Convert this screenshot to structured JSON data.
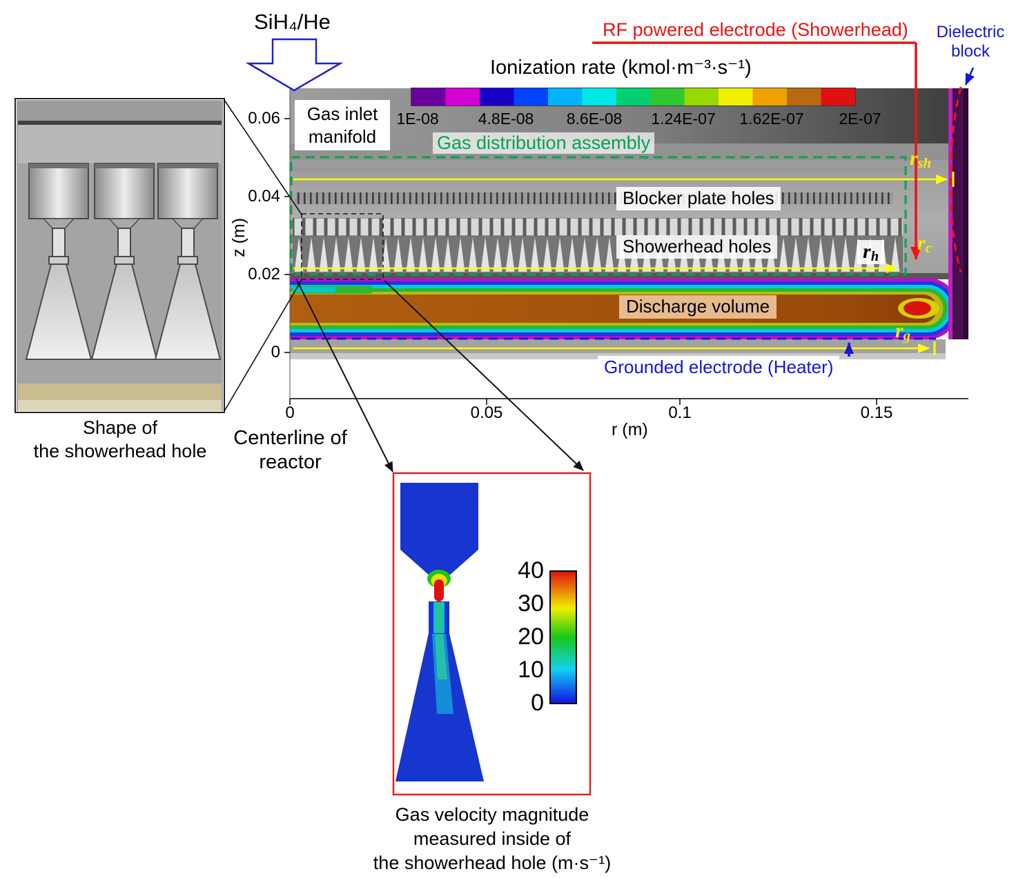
{
  "annotations": {
    "gas_label": "SiH₄/He",
    "title": "Ionization rate (kmol·m⁻³·s⁻¹)",
    "rf_electrode": "RF powered electrode (Showerhead)",
    "dielectric_line1": "Dielectric",
    "dielectric_line2": "block",
    "gas_inlet_line1": "Gas inlet",
    "gas_inlet_line2": "manifold",
    "gas_distribution": "Gas distribution assembly",
    "blocker_plate": "Blocker plate holes",
    "showerhead_holes": "Showerhead holes",
    "discharge_volume": "Discharge volume",
    "grounded_electrode": "Grounded electrode (Heater)",
    "centerline_line1": "Centerline of",
    "centerline_line2": "reactor"
  },
  "radius_labels": {
    "rsh": {
      "base": "r",
      "sub": "sh"
    },
    "rc": {
      "base": "r",
      "sub": "c"
    },
    "rh": {
      "base": "r",
      "sub": "h"
    },
    "rg": {
      "base": "r",
      "sub": "g"
    }
  },
  "colorbar": {
    "ticks": [
      "1E-08",
      "4.8E-08",
      "8.6E-08",
      "1.24E-07",
      "1.62E-07",
      "2E-07"
    ]
  },
  "axes": {
    "x_label": "r (m)",
    "x_ticks": [
      "0",
      "0.05",
      "0.1",
      "0.15"
    ],
    "y_label": "z (m)",
    "y_ticks": [
      "0.06",
      "0.04",
      "0.02",
      "0"
    ]
  },
  "insets": {
    "shape_caption_line1": "Shape of",
    "shape_caption_line2": "the showerhead hole",
    "velocity_caption_line1": "Gas velocity magnitude",
    "velocity_caption_line2": "measured inside of",
    "velocity_caption_line3": "the showerhead hole (m·s⁻¹)",
    "velocity_ticks": [
      "40",
      "30",
      "20",
      "10",
      "0"
    ]
  },
  "colors": {
    "rf_red": "#ee1111",
    "electrode_blue": "#1515dd",
    "assembly_green": "#00a550",
    "arrow_yellow": "#ffff00",
    "inset_border_red": "#e02020"
  }
}
